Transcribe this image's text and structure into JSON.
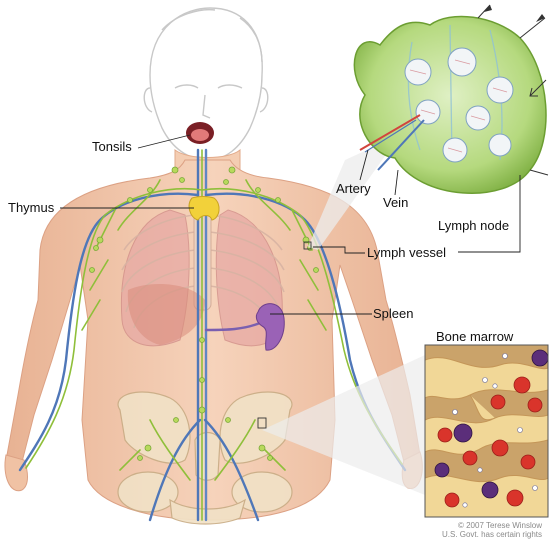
{
  "labels": {
    "tonsils": "Tonsils",
    "thymus": "Thymus",
    "artery": "Artery",
    "vein": "Vein",
    "lymph_node": "Lymph node",
    "lymph_vessel": "Lymph vessel",
    "spleen": "Spleen",
    "bone_marrow": "Bone marrow"
  },
  "credit": {
    "line1": "© 2007 Terese Winslow",
    "line2": "U.S. Govt. has certain rights"
  },
  "colors": {
    "skin": "#f3c9ad",
    "skin_shadow": "#e4a98a",
    "lymph_green": "#8fbf3a",
    "vessel_blue": "#4f77b8",
    "artery_red": "#d2453d",
    "spleen_purple": "#9a62b6",
    "thymus_yellow": "#f2d13a",
    "node_green": "#b8dc86",
    "marrow_bone": "#e8c77f",
    "marrow_red": "#d9342b"
  }
}
